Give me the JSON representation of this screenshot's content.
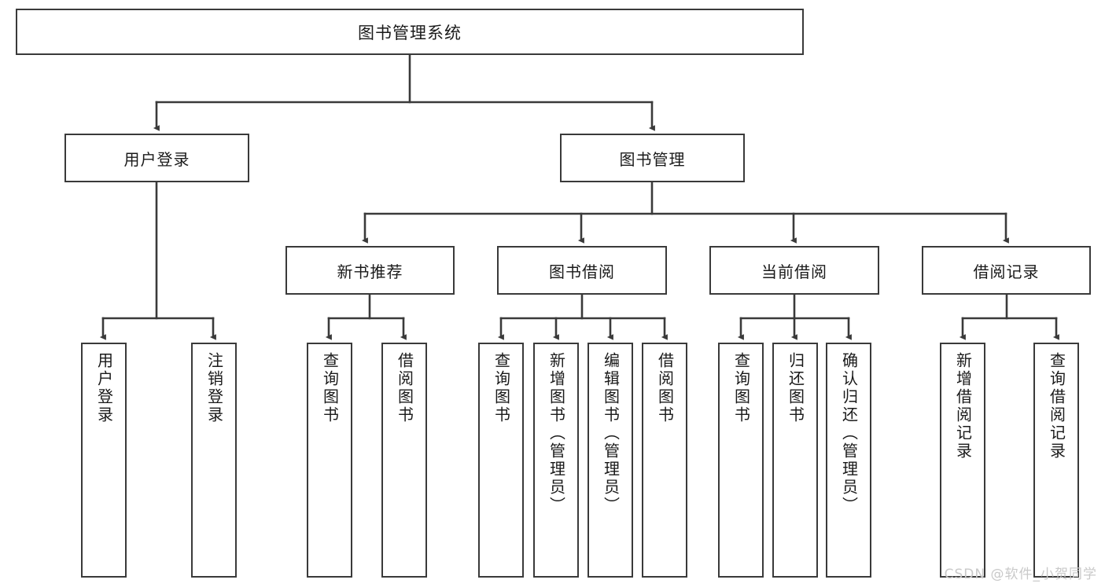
{
  "diagram": {
    "title": "图书管理系统",
    "type": "hierarchy-tree",
    "watermark": "CSDN @软件_小贺同学",
    "colors": {
      "box_border": "#3a3a3a",
      "box_fill": "#ffffff",
      "connector": "#3a3a3a",
      "text": "#1a1a1a",
      "watermark": "#c9c9c9"
    },
    "root": {
      "label": "图书管理系统"
    },
    "level1": [
      {
        "label": "用户登录"
      },
      {
        "label": "图书管理"
      }
    ],
    "level2": [
      {
        "label": "新书推荐"
      },
      {
        "label": "图书借阅"
      },
      {
        "label": "当前借阅"
      },
      {
        "label": "借阅记录"
      }
    ],
    "leaves": {
      "user_login": [
        {
          "label": "用户登录"
        },
        {
          "label": "注销登录"
        }
      ],
      "new_book_recommend": [
        {
          "label": "查询图书"
        },
        {
          "label": "借阅图书"
        }
      ],
      "book_borrow": [
        {
          "label": "查询图书"
        },
        {
          "label": "新增图书（管理员）"
        },
        {
          "label": "编辑图书（管理员）"
        },
        {
          "label": "借阅图书"
        }
      ],
      "current_borrow": [
        {
          "label": "查询图书"
        },
        {
          "label": "归还图书"
        },
        {
          "label": "确认归还（管理员）"
        }
      ],
      "borrow_record": [
        {
          "label": "新增借阅记录"
        },
        {
          "label": "查询借阅记录"
        }
      ]
    }
  }
}
